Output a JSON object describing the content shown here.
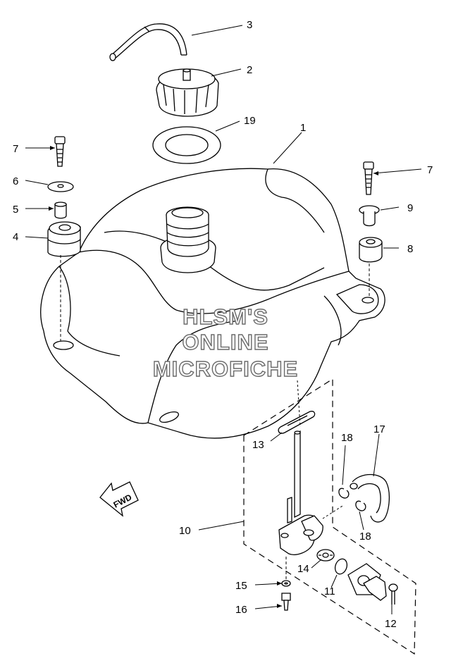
{
  "callouts": {
    "c1": "1",
    "c2": "2",
    "c3": "3",
    "c4": "4",
    "c5": "5",
    "c6": "6",
    "c7a": "7",
    "c7b": "7",
    "c8": "8",
    "c9": "9",
    "c10": "10",
    "c11": "11",
    "c12": "12",
    "c13": "13",
    "c14": "14",
    "c15": "15",
    "c16": "16",
    "c17": "17",
    "c18a": "18",
    "c18b": "18",
    "c19": "19"
  },
  "watermark": {
    "line1": "HLSM'S",
    "line2": "ONLINE",
    "line3": "MICROFICHE"
  },
  "direction_label": "FWD",
  "colors": {
    "line": "#000000",
    "background": "#ffffff",
    "watermark_outline": "#6a6a6a"
  }
}
